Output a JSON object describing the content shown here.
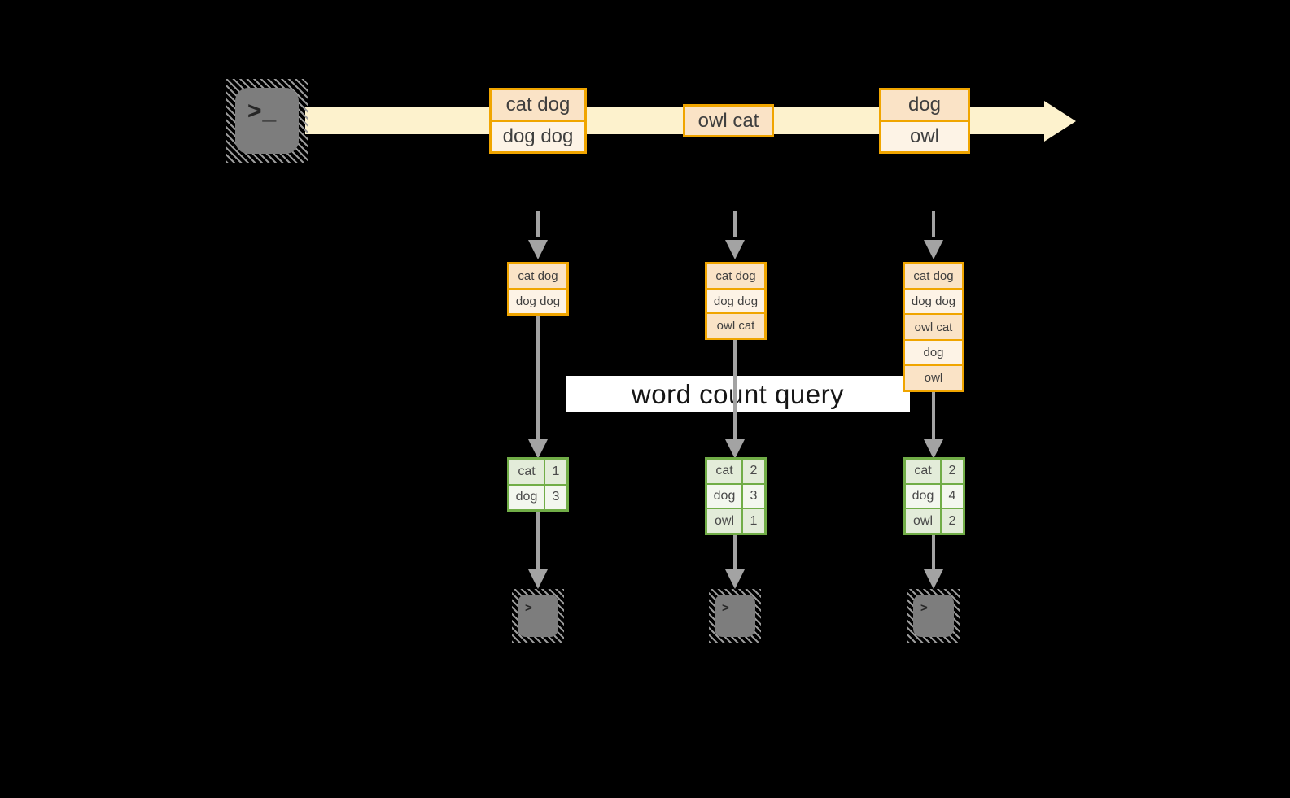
{
  "query_label": "word count query",
  "icons": {
    "source": "terminal-icon",
    "sink": "terminal-icon",
    "prompt_glyph": ">_"
  },
  "colors": {
    "orange_border": "#f0a500",
    "peach_dark": "#fae3c6",
    "peach_light": "#fdf3e6",
    "stream_band": "#fdf2cd",
    "green_border": "#71ad47",
    "green_cell_dark": "#e3ecd9",
    "green_cell_light": "#f3f7ee",
    "arrow_gray": "#a3a3a3",
    "terminal_gray": "#7d7d7d",
    "query_band_bg": "#ffffff",
    "query_text": "#151515",
    "box_text": "#3f3f3f",
    "background": "#000000"
  },
  "stream_events": [
    {
      "lines": [
        "cat dog",
        "dog dog"
      ]
    },
    {
      "lines": [
        "owl cat"
      ]
    },
    {
      "lines": [
        "dog",
        "owl"
      ]
    }
  ],
  "columns": [
    {
      "state": [
        "cat dog",
        "dog dog"
      ],
      "counts": [
        {
          "word": "cat",
          "count": "1"
        },
        {
          "word": "dog",
          "count": "3"
        }
      ]
    },
    {
      "state": [
        "cat dog",
        "dog dog",
        "owl cat"
      ],
      "counts": [
        {
          "word": "cat",
          "count": "2"
        },
        {
          "word": "dog",
          "count": "3"
        },
        {
          "word": "owl",
          "count": "1"
        }
      ]
    },
    {
      "state": [
        "cat dog",
        "dog dog",
        "owl cat",
        "dog",
        "owl"
      ],
      "counts": [
        {
          "word": "cat",
          "count": "2"
        },
        {
          "word": "dog",
          "count": "4"
        },
        {
          "word": "owl",
          "count": "2"
        }
      ]
    }
  ]
}
